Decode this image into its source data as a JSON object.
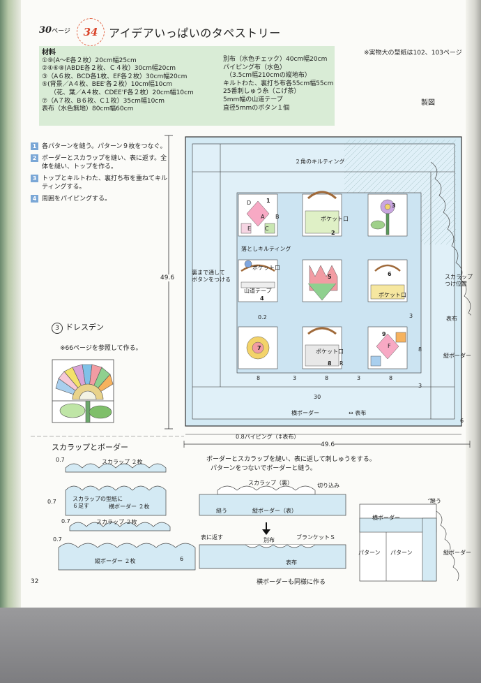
{
  "header": {
    "page_number": "30",
    "page_suffix": "ページ",
    "pattern_number": "34",
    "title": "アイデアいっぱいのタペストリー"
  },
  "materials": {
    "heading": "材料",
    "left": [
      "①⑨(A～E各２枚）20cm幅25cm",
      "②④⑥⑧(ABDE各２枚、Ｃ４枚）30cm幅20cm",
      "③（A６枚、BCD各1枚、EF各２枚）30cm幅20cm",
      "⑤(背景／A４枚、BEE'各２枚）10cm幅10cm",
      "（花、葉／A４枚、CDEE'F各２枚）20cm幅10cm",
      "⑦（A７枚、B６枚、C１枚）35cm幅10cm",
      "表布（水色無地）80cm幅60cm"
    ],
    "right": [
      "別布（水色チェック）40cm幅20cm",
      "パイピング布（水色）",
      "（3.5cm幅210cmの縦地布）",
      "キルトわた、裏打ち布各55cm幅55cm",
      "25番刺しゅう糸（こげ茶）",
      "5mm幅の山道テープ",
      "直径5mmのボタン１個"
    ]
  },
  "top_note": "※実物大の型紙は102、103ページ",
  "diagram_label": "製図",
  "steps": [
    {
      "num": "1",
      "text": "各パターンを縫う。パターン９枚をつなぐ。"
    },
    {
      "num": "2",
      "text": "ボーダーとスカラップを縫い、表に返す。全体を縫い、トップを作る。"
    },
    {
      "num": "3",
      "text": "トップとキルトわた、裏打ち布を重ねてキルティングする。"
    },
    {
      "num": "4",
      "text": "周囲をパイピングする。"
    }
  ],
  "dresden": {
    "num": "3",
    "title": "ドレスデン",
    "note": "※66ページを参照して作る。"
  },
  "tapestry": {
    "quilting_label": "２角のキルティング",
    "ochi_label": "落としキルティング",
    "pocket_label": "ポケット口",
    "yamamichi_label": "山道テープ",
    "button_note": "裏まで通して\nボタンをつける",
    "scallop_pos": "スカラップ\nつけ位置",
    "omote_label": "表布",
    "tate_border": "縦ボーダー",
    "yoko_border": "横ボーダー",
    "arrow_omote": "表布",
    "piping_note": "0.8パイピング（↕表布）",
    "height_dim": "49.6",
    "width_dim": "49.6",
    "dims": {
      "d30": "30",
      "d8": "8",
      "d3": "3",
      "d6": "6",
      "d02": "0.2"
    },
    "block_numbers": [
      "1",
      "2",
      "3",
      "4",
      "5",
      "6",
      "7",
      "8",
      "9"
    ],
    "block_letters": [
      "A",
      "B",
      "C",
      "D",
      "E",
      "F",
      "R"
    ]
  },
  "scallop": {
    "title": "スカラップとボーダー",
    "p1": "0.7",
    "p2": "0.7",
    "p3": "0.7",
    "p4": "0.7",
    "scallop_2": "スカラップ ２枚",
    "yoko_note": "スカラップの型紙に\n６足す",
    "yoko_border_2": "横ボーダー ２枚",
    "tate_border_2": "縦ボーダー ２枚",
    "six": "6"
  },
  "construction": {
    "desc_line1": "ボーダーとスカラップを縫い、表に返して刺しゅうをする。",
    "desc_line2": "パターンをつないでボーダーと縫う。",
    "scallop_ura": "スカラップ（裏）",
    "kirikomi": "切り込み",
    "nuu": "縫う",
    "tate_border_omote": "縦ボーダー（表）",
    "omote_ni_kaesu": "表に返す",
    "betsu_nuno": "別布",
    "blanket_s": "ブランケットＳ",
    "omote_fu": "表布",
    "yoko_same": "横ボーダーも同様に作る",
    "detail_nuu": "縫う",
    "detail_yoko": "横ボーダー",
    "detail_pattern1": "パターン",
    "detail_pattern2": "パターン",
    "detail_tate": "縦ボーダー"
  },
  "folio": "32"
}
